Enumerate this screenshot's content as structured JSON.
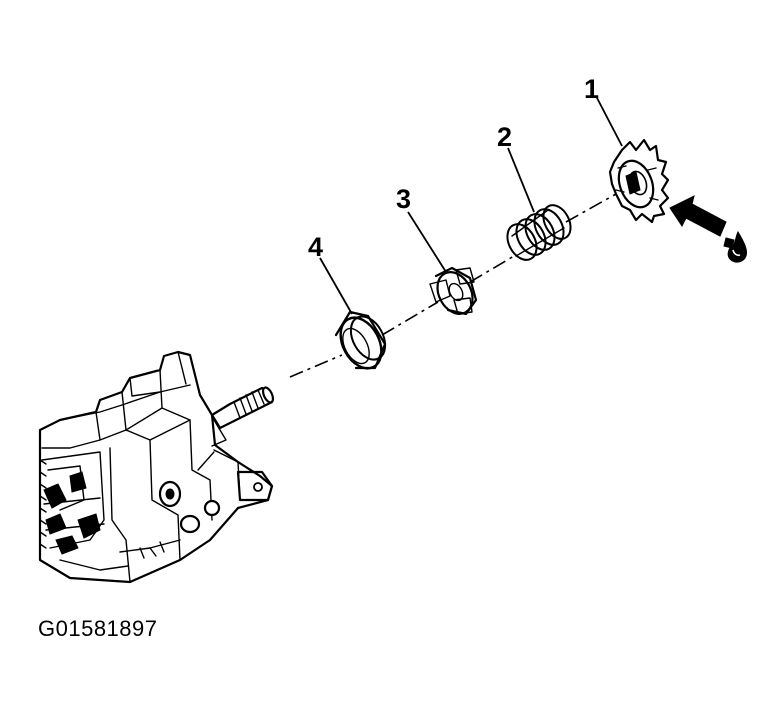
{
  "figure_id": "G01581897",
  "callouts": [
    "1",
    "2",
    "3",
    "4"
  ],
  "icons": {
    "arrow": "installation-direction-arrow-icon",
    "grease": "lubricant-drop-icon"
  },
  "colors": {
    "ink": "#000000",
    "background": "#ffffff"
  }
}
